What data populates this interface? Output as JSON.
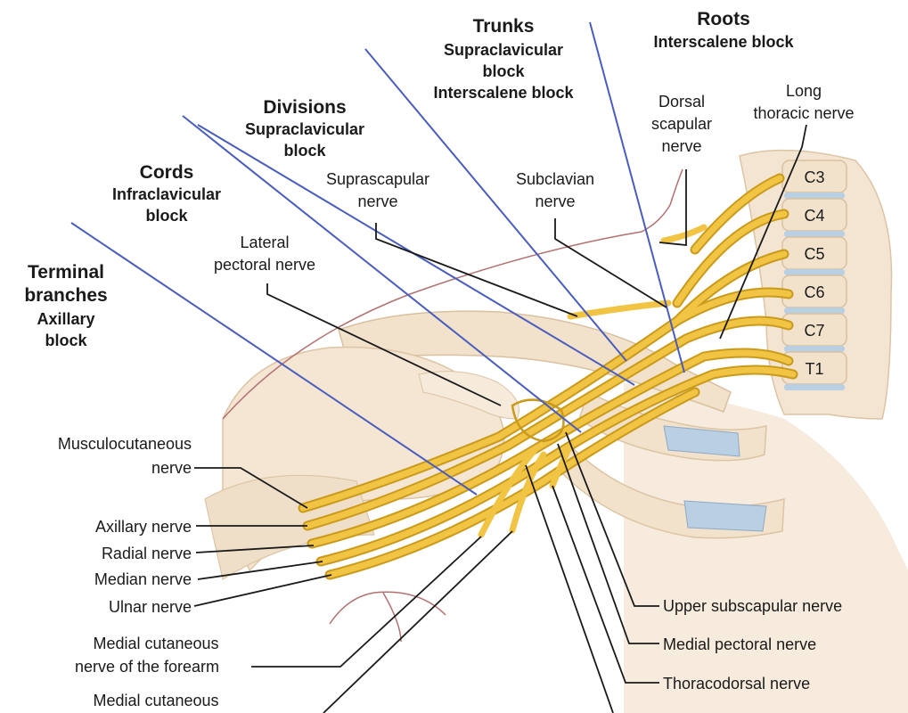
{
  "headings": {
    "roots": {
      "title": "Roots",
      "block": "Interscalene block"
    },
    "trunks": {
      "title": "Trunks",
      "block_lines": [
        "Supraclavicular",
        "block",
        "Interscalene block"
      ]
    },
    "divisions": {
      "title": "Divisions",
      "block_lines": [
        "Supraclavicular",
        "block"
      ]
    },
    "cords": {
      "title": "Cords",
      "block_lines": [
        "Infraclavicular",
        "block"
      ]
    },
    "terminal": {
      "title_lines": [
        "Terminal",
        "branches"
      ],
      "block_lines": [
        "Axillary",
        "block"
      ]
    }
  },
  "vertebrae": [
    "C3",
    "C4",
    "C5",
    "C6",
    "C7",
    "T1"
  ],
  "nerve_labels": {
    "dorsal_scapular": [
      "Dorsal",
      "scapular",
      "nerve"
    ],
    "long_thoracic": [
      "Long",
      "thoracic nerve"
    ],
    "suprascapular": [
      "Suprascapular",
      "nerve"
    ],
    "subclavian": [
      "Subclavian",
      "nerve"
    ],
    "lateral_pectoral": [
      "Lateral",
      "pectoral nerve"
    ],
    "musculocutaneous": [
      "Musculocutaneous",
      "nerve"
    ],
    "axillary": "Axillary nerve",
    "radial": "Radial nerve",
    "median": "Median nerve",
    "ulnar": "Ulnar nerve",
    "medial_cutaneous_forearm": [
      "Medial cutaneous",
      "nerve of the forearm"
    ],
    "medial_cutaneous": "Medial cutaneous",
    "upper_subscapular": "Upper subscapular nerve",
    "medial_pectoral": "Medial pectoral nerve",
    "thoracodorsal": "Thoracodorsal nerve"
  },
  "colors": {
    "nerve": "#f2c443",
    "nerve_outline": "#c99a1c",
    "bone": "#f2e2cc",
    "bone_outline": "#dcc4a4",
    "cartilage": "#b9cfe3",
    "blue_guide": "#4a5dbd",
    "vessel": "#b37070"
  }
}
